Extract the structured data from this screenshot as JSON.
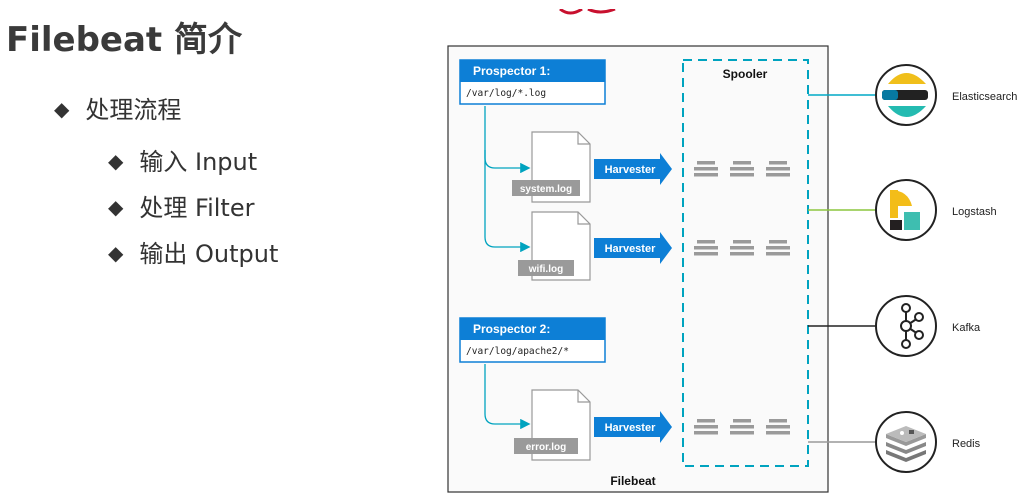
{
  "slide": {
    "title": "Filebeat 简介",
    "bullet_main": "处理流程",
    "sub_bullets": [
      "输入 Input",
      "处理 Filter",
      "输出 Output"
    ],
    "bullet_symbol": "◆"
  },
  "diagram": {
    "frame_label": "Filebeat",
    "spooler_label": "Spooler",
    "prospectors": [
      {
        "label": "Prospector 1:",
        "path": "/var/log/*.log"
      },
      {
        "label": "Prospector 2:",
        "path": "/var/log/apache2/*"
      }
    ],
    "logs": [
      "system.log",
      "wifi.log",
      "error.log"
    ],
    "harvester_label": "Harvester",
    "outputs": [
      {
        "name": "Elasticsearch",
        "icon": "elasticsearch-icon",
        "color": "#00a9c6"
      },
      {
        "name": "Logstash",
        "icon": "logstash-icon",
        "color": "#8cc63f"
      },
      {
        "name": "Kafka",
        "icon": "kafka-icon",
        "color": "#222222"
      },
      {
        "name": "Redis",
        "icon": "redis-icon",
        "color": "#999999"
      }
    ],
    "colors": {
      "accent": "#0d7fd6",
      "spooler": "#00a3bf"
    }
  }
}
